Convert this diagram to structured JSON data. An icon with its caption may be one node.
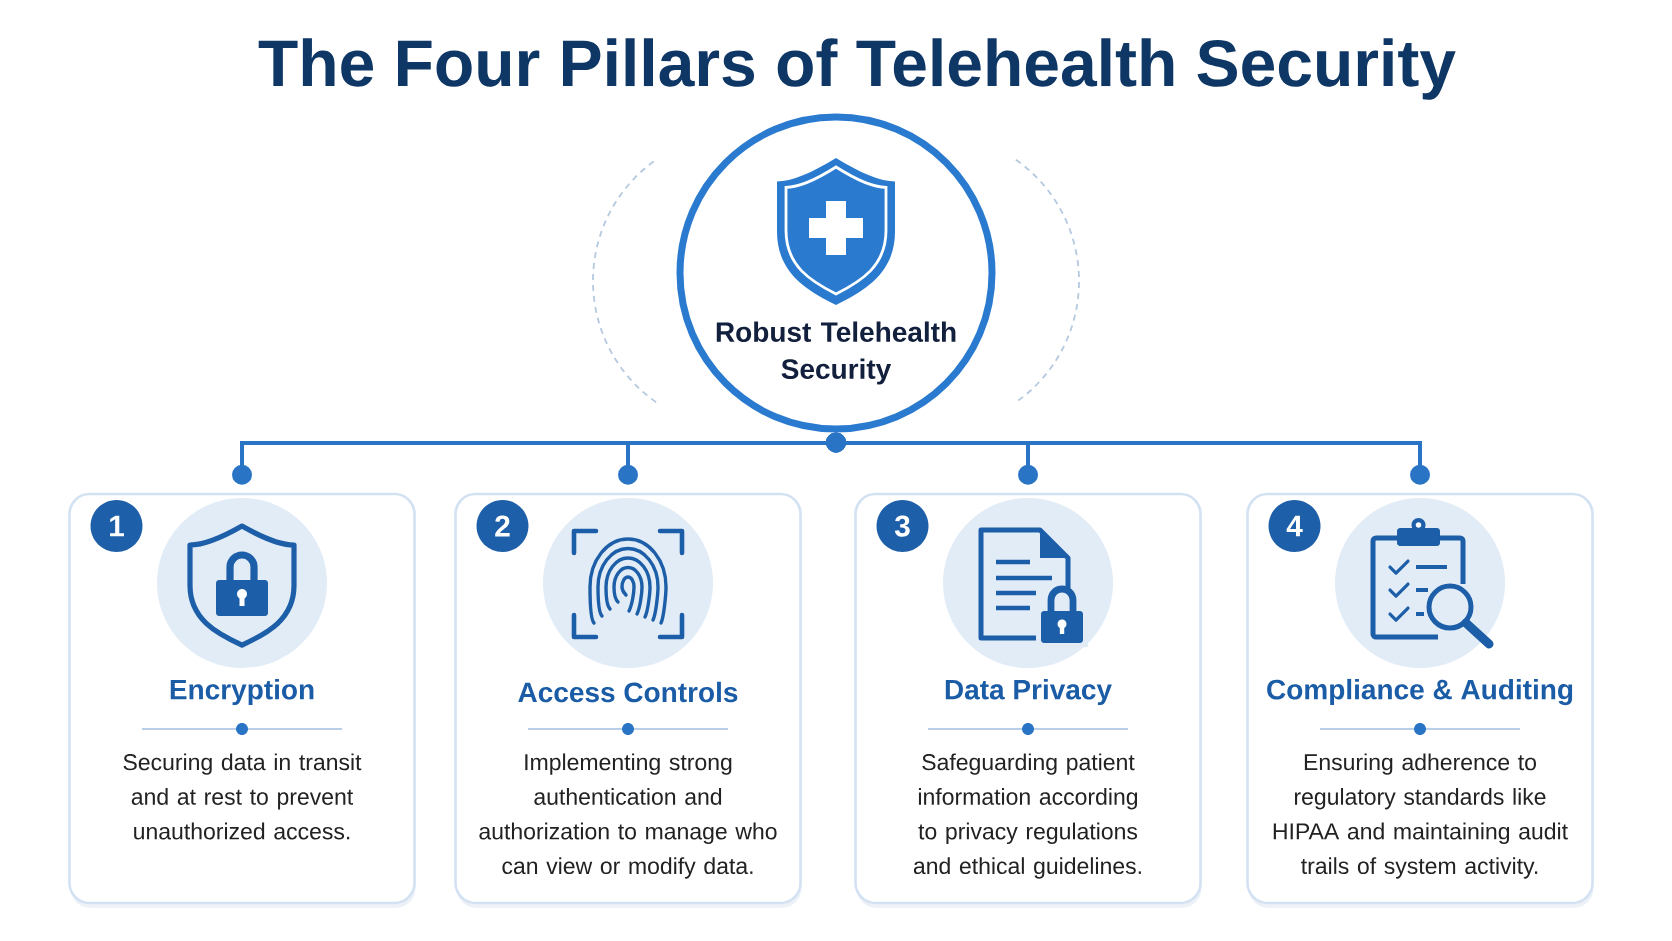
{
  "diagram": {
    "title": "The Four Pillars of Telehealth Security",
    "nodes": [
      {
        "text": [
          "Robust Telehealth Security"
        ]
      },
      {
        "text": [
          "Encryption",
          "Securing data in transit and at rest to prevent unauthorized access."
        ]
      },
      {
        "text": [
          "1"
        ],
        "in": 1
      },
      {
        "text": [
          "Access Controls",
          "Implementing strong authentication and authorization to manage who can view or modify data."
        ]
      },
      {
        "text": [
          "2"
        ],
        "in": 3
      },
      {
        "text": [
          "Data Privacy",
          "Safeguarding patient information according to privacy regulations and ethical guidelines."
        ]
      },
      {
        "text": [
          "3"
        ],
        "in": 5
      },
      {
        "text": [
          "Compliance & Auditing",
          "Ensuring adherence to regulatory standards like HIPAA and maintaining audit trails of system activity."
        ]
      },
      {
        "text": [
          "4"
        ],
        "in": 7
      }
    ],
    "edges": [
      {
        "from": 0,
        "to": 1,
        "arrow": "other"
      },
      {
        "from": 0,
        "to": 3,
        "arrow": "other"
      },
      {
        "from": 0,
        "to": 5,
        "arrow": "other"
      },
      {
        "from": 0,
        "to": 7,
        "arrow": "other"
      }
    ]
  }
}
